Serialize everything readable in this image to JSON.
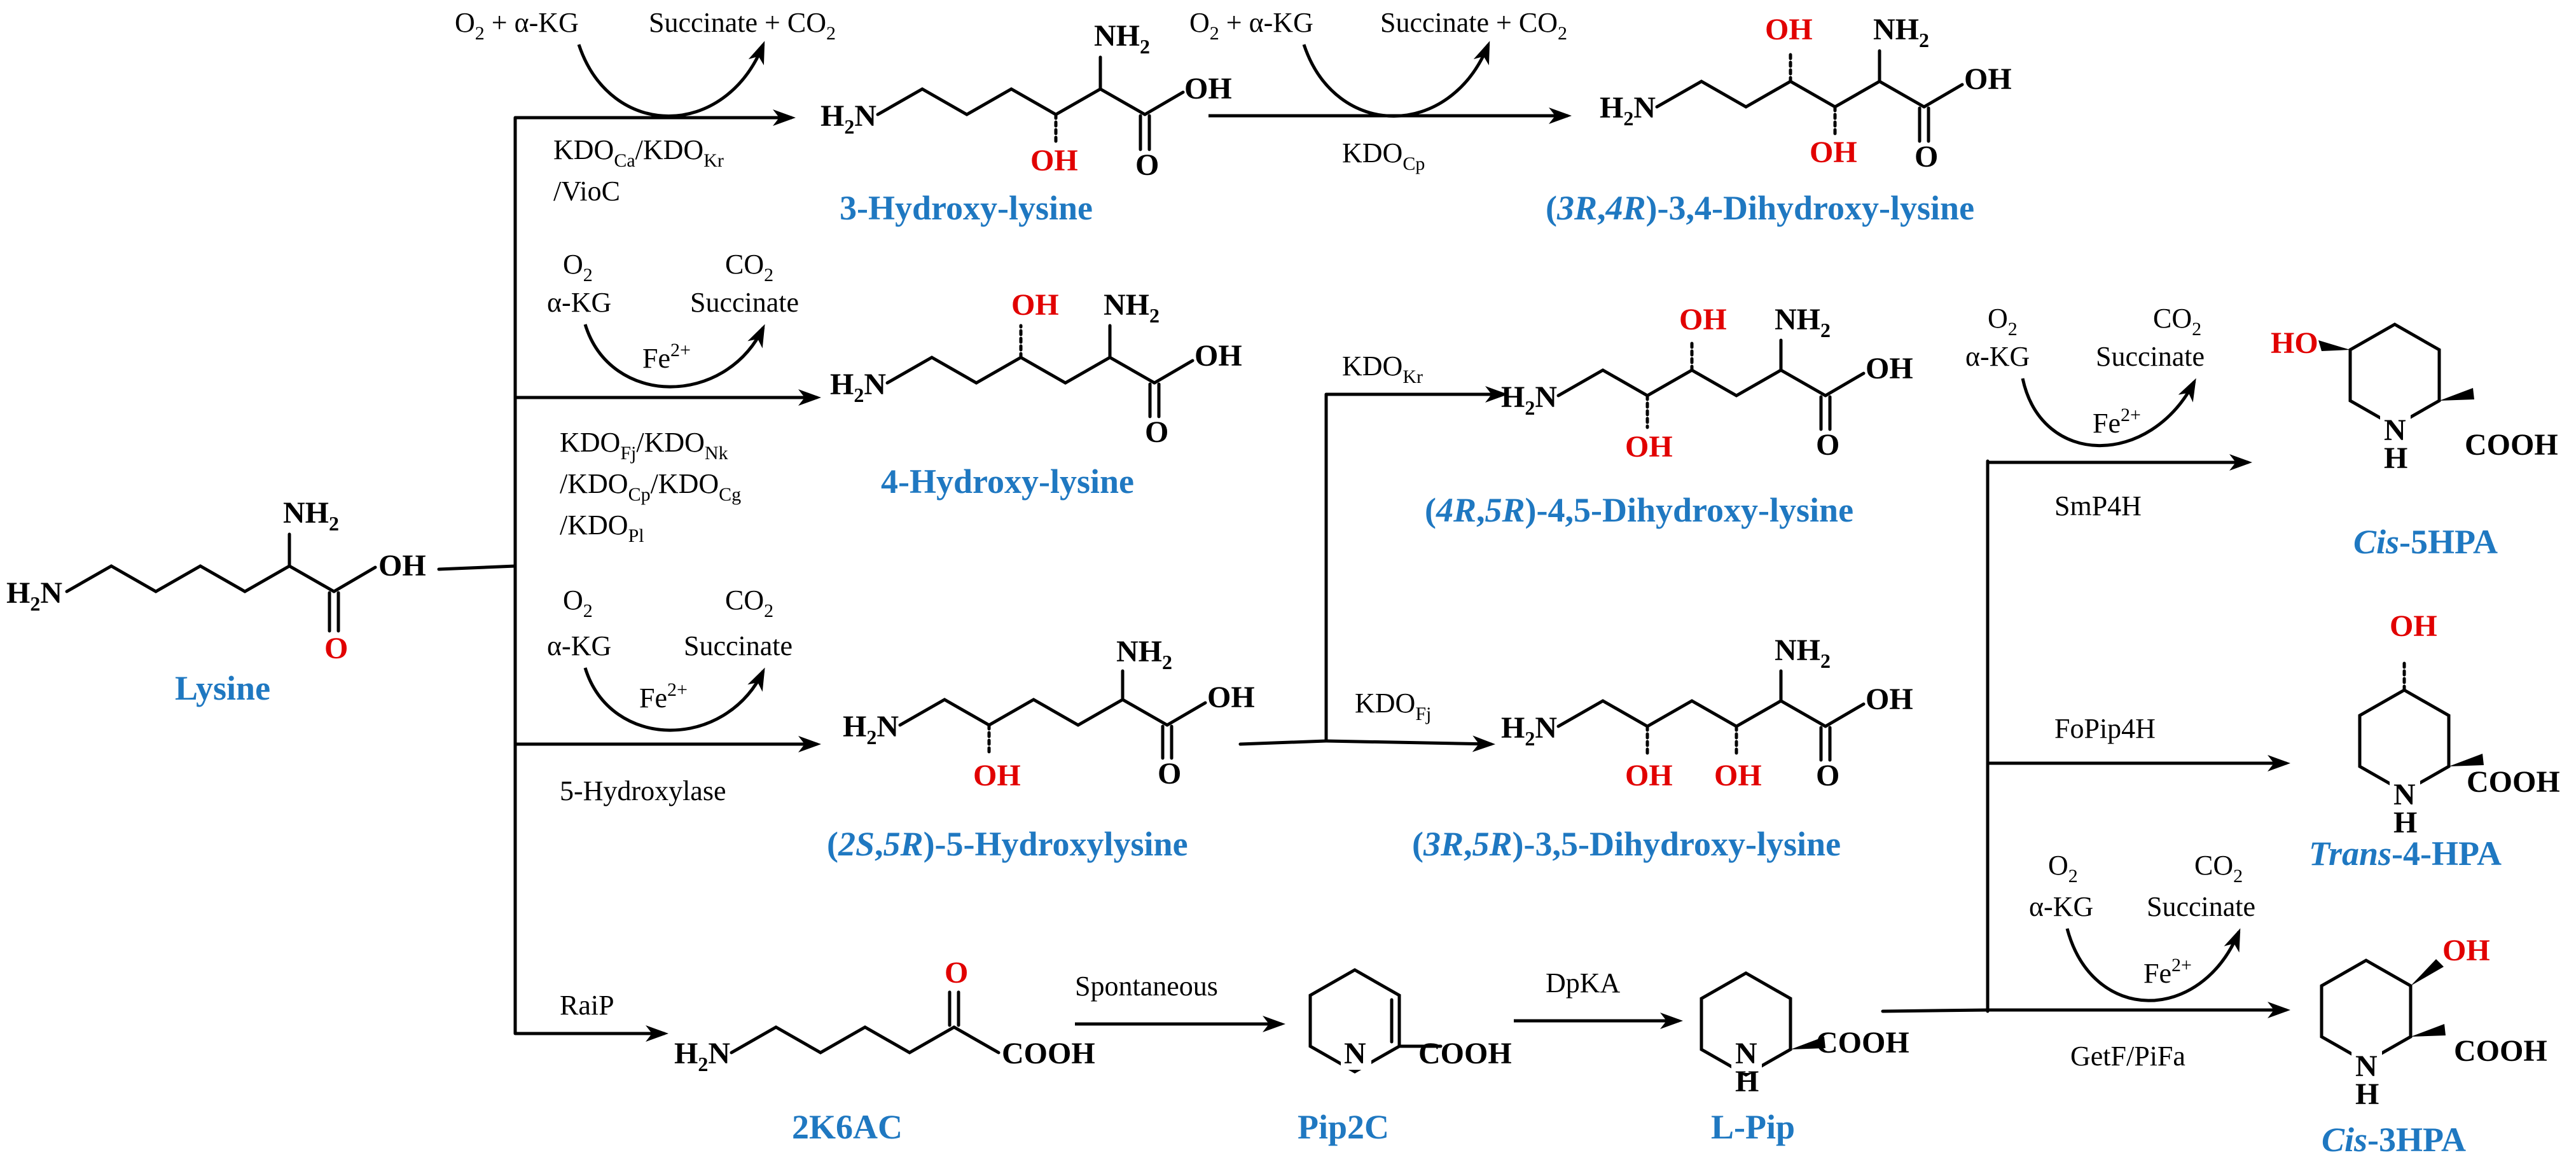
{
  "compounds": {
    "lysine": "Lysine",
    "hydroxy3": "3-Hydroxy-lysine",
    "dihydroxy34": "(3R,4R)-3,4-Dihydroxy-lysine",
    "hydroxy4": "4-Hydroxy-lysine",
    "dihydroxy45": "(4R,5R)-4,5-Dihydroxy-lysine",
    "hydroxy5": "(2S,5R)-5-Hydroxylysine",
    "dihydroxy35": "(3R,5R)-3,5-Dihydroxy-lysine",
    "k6ac": "2K6AC",
    "pip2c": "Pip2C",
    "lpip": "L-Pip",
    "cis5hpa": "Cis-5HPA",
    "trans4hpa": "Trans-4-HPA",
    "cis3hpa": "Cis-3HPA"
  },
  "reagents": {
    "o2_akg": "O2 + α-KG",
    "succ_co2": "Succinate + CO2",
    "o2": "O2",
    "akg": "α-KG",
    "co2": "CO2",
    "succinate": "Succinate",
    "fe": "Fe2+"
  },
  "enzymes": {
    "kdo_ca_kr": "KDOCa/KDOKr",
    "vioc": "/VioC",
    "kdo_cp": "KDOCp",
    "kdo_fj_nk": "KDOFj/KDONk",
    "kdo_cp_cg": "/KDOCp/KDOCg",
    "kdo_pl": "/KDOPl",
    "kdo_kr": "KDOKr",
    "kdo_fj": "KDOFj",
    "hydroxylase5": "5-Hydroxylase",
    "raip": "RaiP",
    "spontaneous": "Spontaneous",
    "dpka": "DpKA",
    "smp4h": "SmP4H",
    "fopip4h": "FoPip4H",
    "getf_pifa": "GetF/PiFa"
  },
  "atoms": {
    "nh2": "NH2",
    "h2n": "H2N",
    "oh": "OH",
    "ho": "HO",
    "o": "O",
    "n": "N",
    "h": "H",
    "cooh": "COOH"
  }
}
